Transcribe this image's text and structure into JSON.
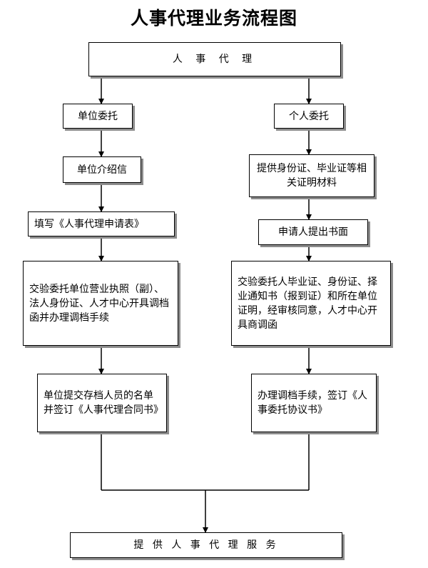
{
  "title": "人事代理业务流程图",
  "nodes": {
    "top": "人 事 代 理",
    "unit_entrust": "单位委托",
    "personal_entrust": "个人委托",
    "unit_letter": "单位介绍信",
    "fill_form": "填写《人事代理申请表》",
    "unit_docs": "交验委托单位营业执照（副）、法人身份证、人才中心开具调档函并办理调档手续",
    "unit_contract": "单位提交存档人员的名单并签订《人事代理合同书》",
    "personal_docs": "提供身份证、毕业证等相关证明材料",
    "personal_apply": "申请人提出书面",
    "personal_verify": "交验委托人毕业证、身份证、择业通知书（报到证）和所在单位证明，经审核同意，人才中心开具商调函",
    "personal_agreement": "办理调档手续，签订《人事委托协议书》",
    "bottom": "提 供 人 事 代 理 服 务"
  }
}
